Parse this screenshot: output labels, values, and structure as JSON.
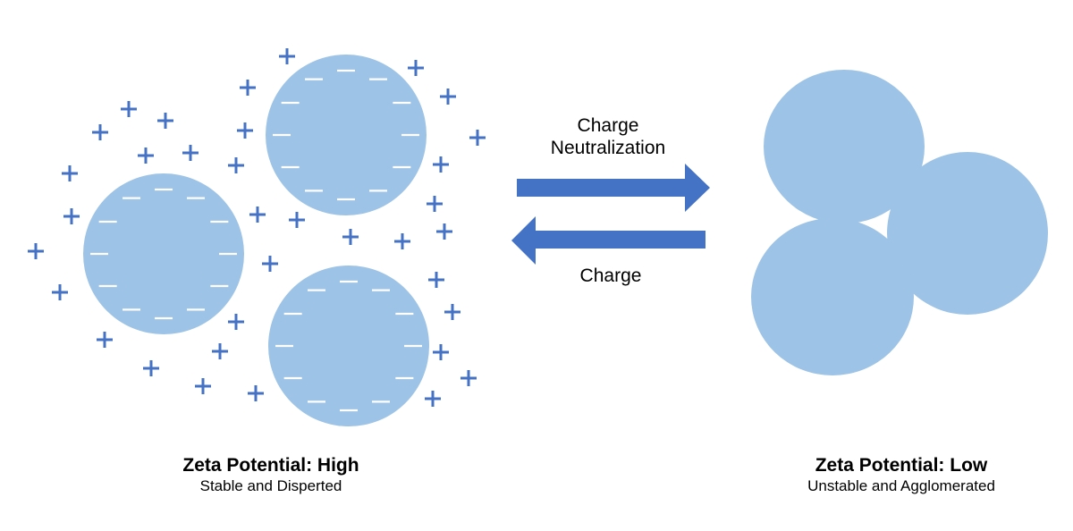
{
  "colors": {
    "particle": "#9dc3e6",
    "charge_positive": "#4472c4",
    "charge_negative": "#ffffff",
    "arrow": "#4472c4"
  },
  "arrows": {
    "forward_label_line1": "Charge",
    "forward_label_line2": "Neutralization",
    "reverse_label": "Charge"
  },
  "left_state": {
    "title": "Zeta Potential: High",
    "subtitle": "Stable and Disperted"
  },
  "right_state": {
    "title": "Zeta Potential: Low",
    "subtitle": "Unstable and Agglomerated"
  },
  "symbols": {
    "positive": "+",
    "negative": "−"
  }
}
